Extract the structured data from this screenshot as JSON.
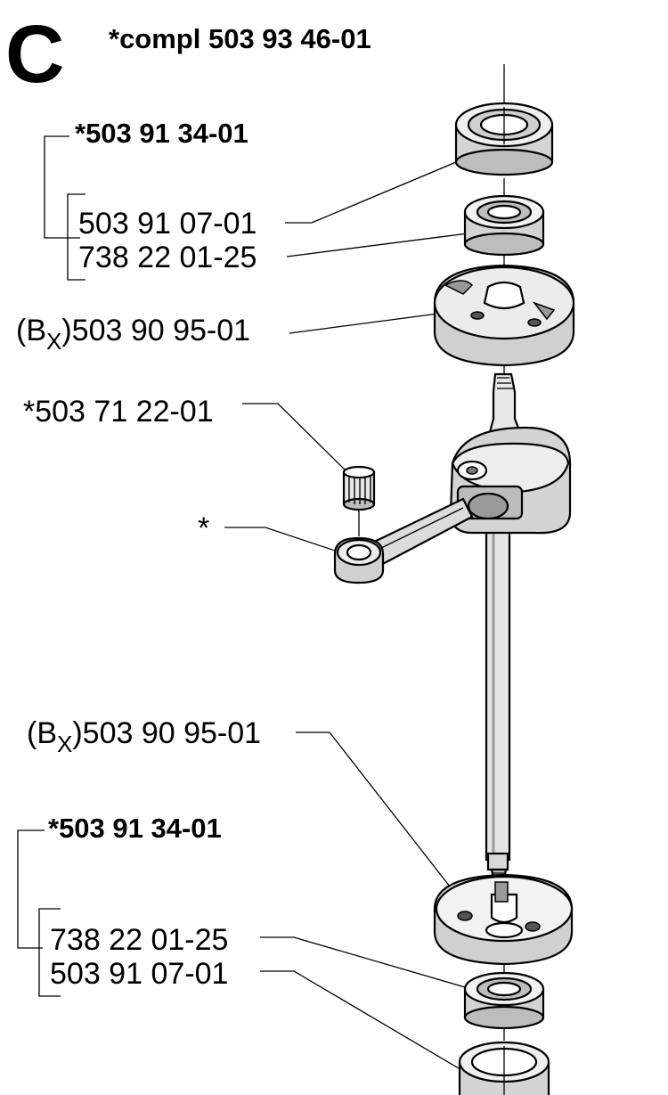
{
  "section_letter": "C",
  "assembly_label": "*compl 503 93 46-01",
  "top_group": {
    "kit": "*503 91 34-01",
    "items": [
      "503 91 07-01",
      "738 22 01-25"
    ]
  },
  "top_plate": {
    "prefix": "(B",
    "sub": "X",
    "number": ")503 90 95-01"
  },
  "needle_bearing": "*503 71 22-01",
  "conrod_star": "*",
  "bottom_plate": {
    "prefix": "(B",
    "sub": "X",
    "number": ")503 90 95-01"
  },
  "bottom_group": {
    "kit": "*503 91 34-01",
    "items": [
      "738 22 01-25",
      "503 91 07-01"
    ]
  },
  "colors": {
    "ink": "#000000",
    "shade": "#bdbdbd",
    "dark": "#555555",
    "paper": "#ffffff"
  }
}
